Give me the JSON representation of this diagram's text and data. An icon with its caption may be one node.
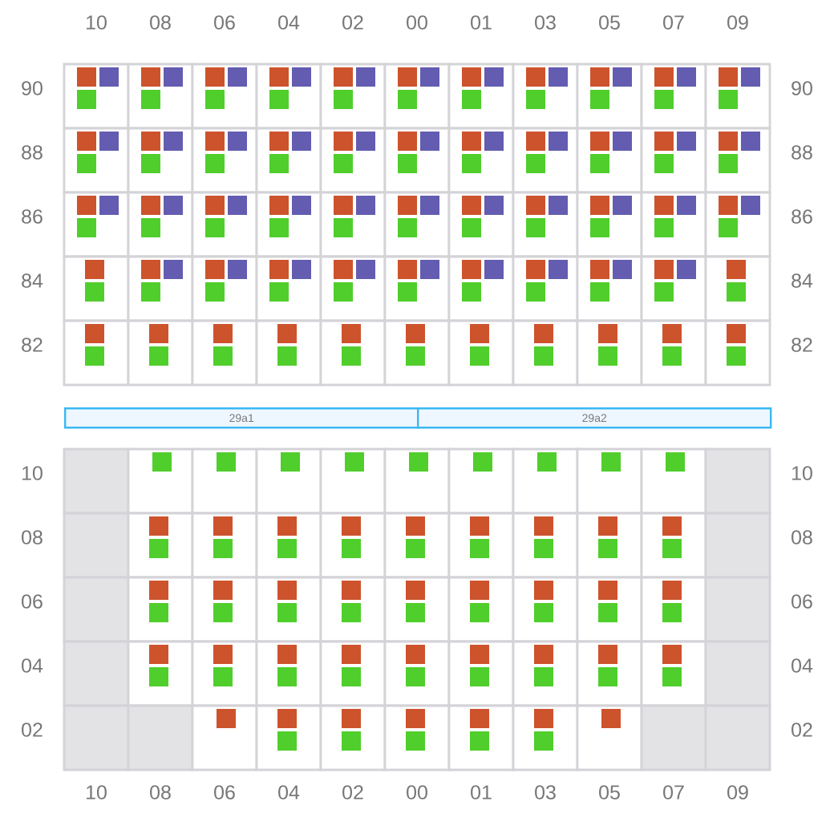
{
  "diagram": {
    "nodes": [
      {
        "text": [
          "29a1"
        ]
      },
      {
        "text": [
          "29a2"
        ]
      }
    ],
    "labels": [
      "10",
      "08",
      "06",
      "04",
      "02",
      "00",
      "01",
      "03",
      "05",
      "07",
      "09",
      "90",
      "90",
      "88",
      "88",
      "86",
      "86",
      "84",
      "84",
      "82",
      "82",
      "10",
      "10",
      "08",
      "08",
      "06",
      "06",
      "04",
      "04",
      "02",
      "02",
      "10",
      "08",
      "06",
      "04",
      "02",
      "00",
      "01",
      "03",
      "05",
      "07",
      "09"
    ]
  }
}
